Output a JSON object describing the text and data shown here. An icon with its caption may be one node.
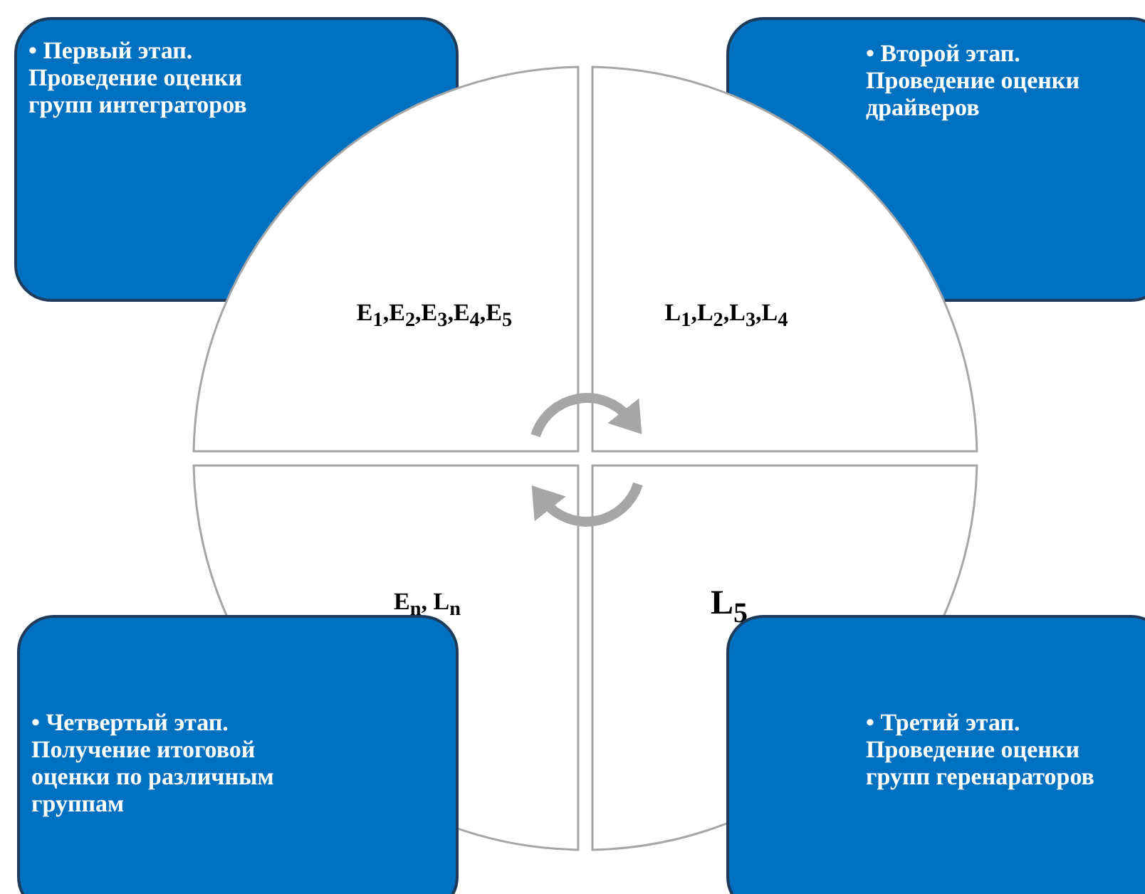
{
  "diagram": {
    "nodes": [
      {
        "text": [
          "• Первый этап. Проведение оценки групп интеграторов"
        ]
      },
      {
        "text": [
          "• Второй этап. Проведение оценки драйверов"
        ]
      },
      {
        "text": [
          "E$_{1}$,E$_{2}$,E$_{3}$,E$_{4}$,E$_{5}$"
        ]
      },
      {
        "text": [
          "L$_{1}$,L$_{2}$,L$_{3}$,L$_{4}$"
        ]
      },
      {
        "text": [
          "E$_{n}$,  L$_{n}$"
        ]
      },
      {
        "text": [
          "L$_{5}$"
        ]
      },
      {
        "text": [
          "• Четвертый этап. Получение итоговой оценки по различным группам"
        ]
      },
      {
        "text": [
          "• Третий этап. Проведение оценки групп геренараторов"
        ]
      }
    ],
    "edges": [
      {
        "from": 2,
        "to": 3,
        "arrow": "to"
      },
      {
        "from": 5,
        "to": 4,
        "arrow": "to"
      }
    ]
  }
}
